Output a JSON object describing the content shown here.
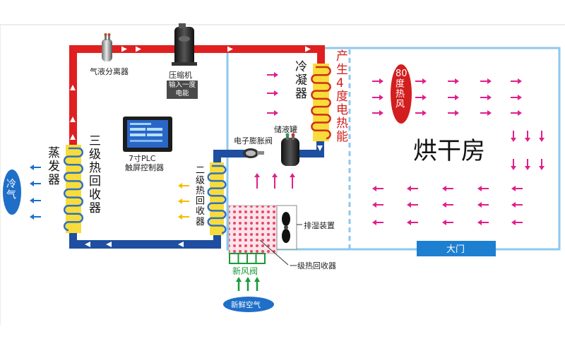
{
  "labels": {
    "separator": "气液分离器",
    "compressor": "压缩机",
    "compressor_note": "输入一度电能",
    "plc_line1": "7寸PLC",
    "plc_line2": "触屏控制器",
    "condenser": "冷凝器",
    "heat4": "产生4度电热能",
    "hot_air": "80度热风",
    "drying_room": "烘干房",
    "expansion_valve": "电子膨胀阀",
    "receiver": "储液罐",
    "evaporator": "蒸发器",
    "recovery3": "三级热回收器",
    "recovery2": "二级热回收器",
    "cold_air": "冷气",
    "dehumid": "排湿装置",
    "recovery1": "一级热回收器",
    "door": "大门",
    "fresh_valve": "新风阀",
    "fresh_air": "新鲜空气"
  },
  "colors": {
    "hot_pipe": "#e02020",
    "cold_pipe": "#1e4fa0",
    "room_border": "#8ec8ee",
    "magenta_arrow": "#e0208a",
    "yellow_arrow": "#f0c000",
    "blue_arrow": "#1f6fc8",
    "green": "#1a9a3a",
    "coil_fill": "#f7dc3c",
    "coil_line": "#3070c0",
    "red_badge": "#d21e1e",
    "door_fill": "#1d7fd0"
  },
  "icons": [
    "separator-tank-icon",
    "compressor-icon",
    "receiver-tank-icon",
    "expansion-valve-icon",
    "fan-icon",
    "plc-screen-icon"
  ]
}
